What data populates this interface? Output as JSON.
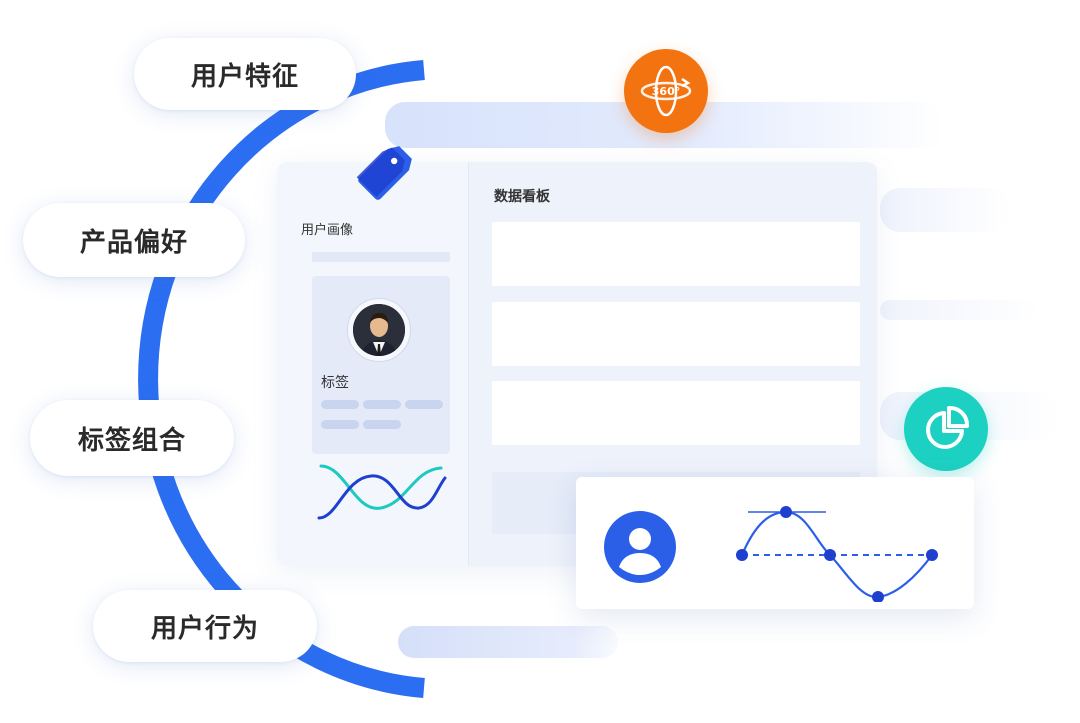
{
  "pills": {
    "user_features": "用户特征",
    "product_preference": "产品偏好",
    "tag_combination": "标签组合",
    "user_behavior": "用户行为"
  },
  "card": {
    "profile_title": "用户画像",
    "tag_label": "标签",
    "board_title": "数据看板"
  },
  "badges": {
    "badge_360_text": "360°"
  },
  "colors": {
    "arc_blue": "#2b6ef2",
    "orange": "#f2730f",
    "teal": "#1dd1c2",
    "navy": "#1f3fcf"
  }
}
